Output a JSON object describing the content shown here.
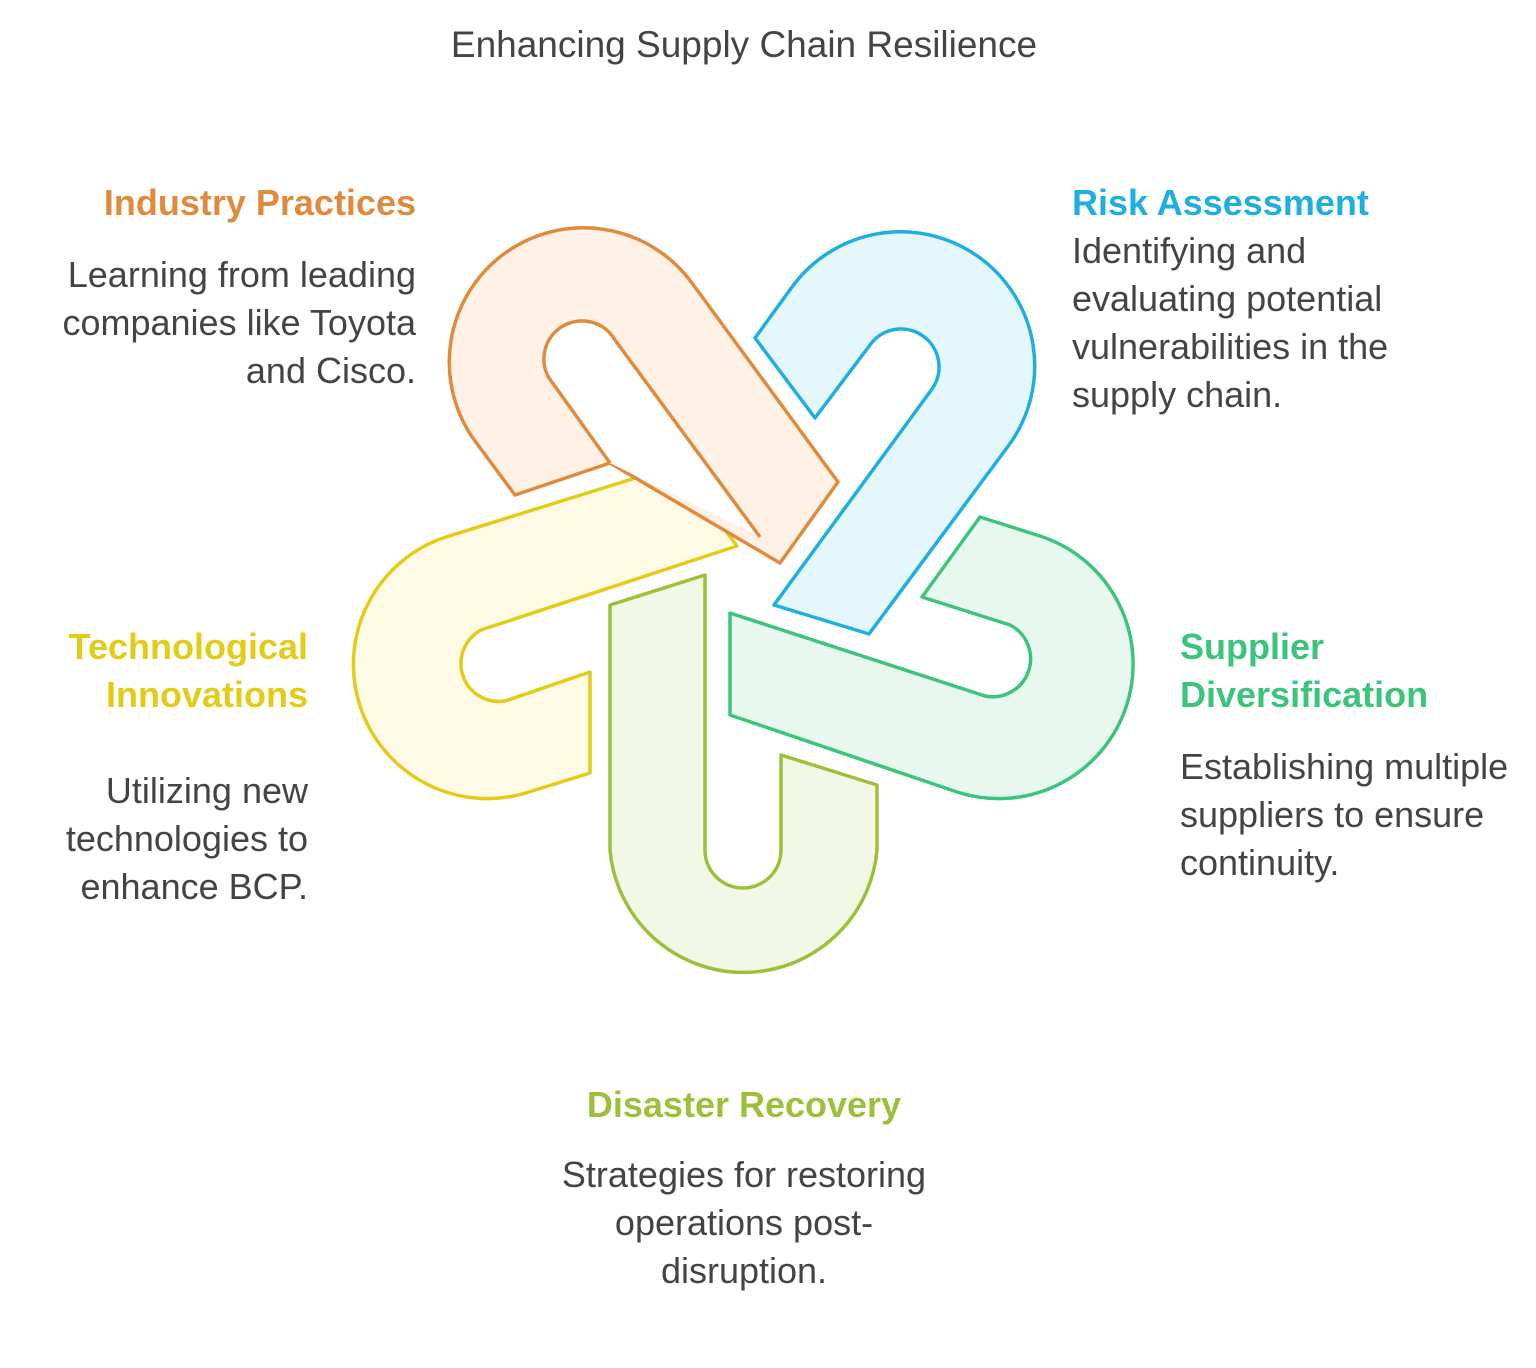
{
  "title": "Enhancing Supply Chain Resilience",
  "sections": {
    "industry": {
      "label": "Industry Practices",
      "description": "Learning from leading companies like Toyota and Cisco.",
      "color": "#e08a3c"
    },
    "risk": {
      "label": "Risk Assessment",
      "description": "Identifying and evaluating potential vulnerabilities in the supply chain.",
      "color": "#1eaee0"
    },
    "technology": {
      "label": "Technological Innovations",
      "description": "Utilizing new technologies to enhance BCP.",
      "color": "#e2cc18"
    },
    "supplier": {
      "label": "Supplier Diversification",
      "description": "Establishing multiple suppliers to ensure continuity.",
      "color": "#3cc47c"
    },
    "disaster": {
      "label": "Disaster Recovery",
      "description": "Strategies for restoring operations post-disruption.",
      "color": "#9dc03a"
    }
  }
}
